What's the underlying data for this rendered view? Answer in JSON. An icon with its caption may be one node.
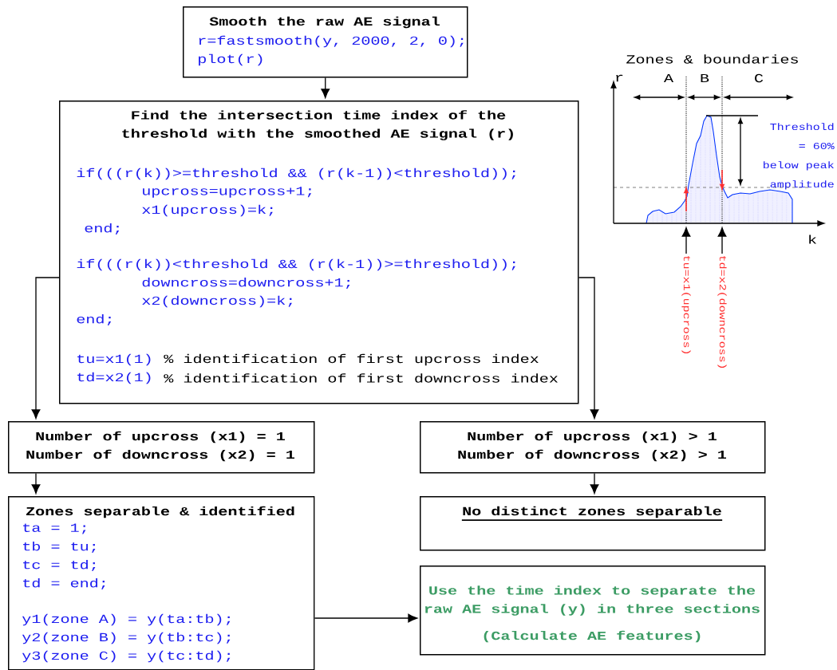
{
  "diagram": {
    "nodes": [
      {
        "text": [
          "Smooth the raw AE signal",
          "r=fastsmooth(y, 2000, 2, 0);",
          "plot(r)"
        ]
      },
      {
        "text": [
          "Find the intersection time index of the threshold with the smoothed AE signal (r)",
          "if(((r(k))>=threshold && (r(k-1))<threshold));",
          "upcross=upcross+1;",
          "x1(upcross)=k;",
          "end;",
          "if(((r(k))<threshold && (r(k-1))>=threshold));",
          "downcross=downcross+1;",
          "x2(downcross)=k;",
          "end;",
          "tu=x1(1)",
          "% identification of first upcross index",
          "td=x2(1)",
          "% identification of first downcross index"
        ]
      },
      {
        "text": [
          "Number of upcross (x1) = 1",
          "Number of downcross (x2) = 1"
        ]
      },
      {
        "text": [
          "Number of upcross (x1) > 1",
          "Number of downcross (x2) > 1"
        ]
      },
      {
        "text": [
          "Zones separable & identified",
          "ta = 1;",
          "tb = tu;",
          "tc = td;",
          "td = end;",
          "y1(zone A) = y(ta:tb);",
          "y2(zone B) = y(tb:tc);",
          "y3(zone C) = y(tc:td);"
        ]
      },
      {
        "text": [
          "No distinct zones separable"
        ]
      },
      {
        "text": [
          "Use the time index to separate the raw AE signal (y) in three sections",
          "(Calculate AE features)"
        ]
      },
      {
        "text": [
          "tu=x1(upcross)"
        ]
      },
      {
        "text": [
          "td=x2(downcross)"
        ]
      }
    ],
    "edges": [
      {
        "from": 0,
        "to": 1,
        "arrow": "to"
      },
      {
        "from": 1,
        "to": 2,
        "arrow": "to"
      },
      {
        "from": 1,
        "to": 3,
        "arrow": "to"
      },
      {
        "from": 2,
        "to": 4,
        "arrow": "to"
      },
      {
        "from": 3,
        "to": 5,
        "arrow": "to"
      },
      {
        "from": 4,
        "to": 6,
        "arrow": "to"
      },
      {
        "from": 7,
        "to": null,
        "arrow": "to"
      },
      {
        "from": 8,
        "to": null,
        "arrow": "to"
      }
    ],
    "labels": [
      "Zones & boundaries",
      "r",
      "A",
      "B",
      "C",
      "Threshold = 60% below peak amplitude",
      "k"
    ]
  }
}
